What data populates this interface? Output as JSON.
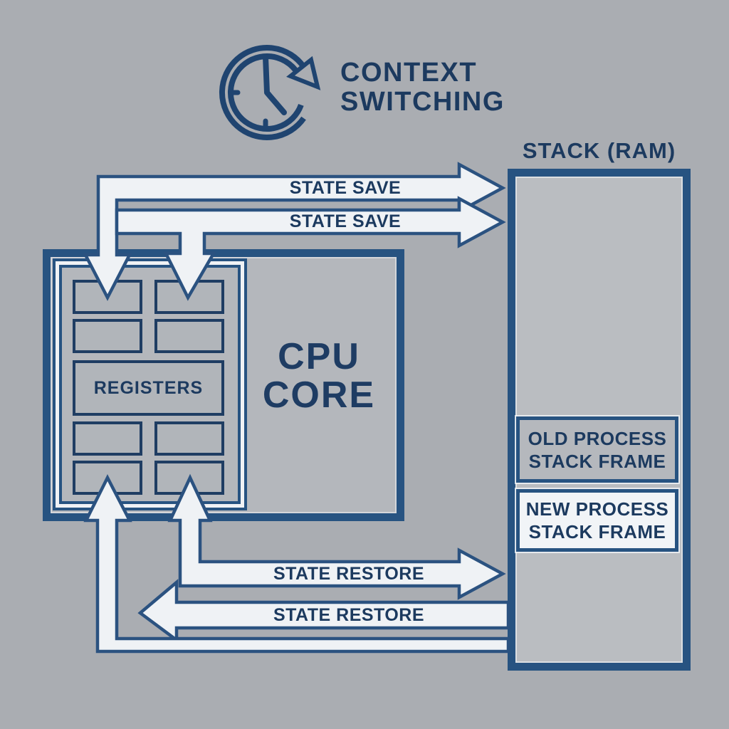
{
  "title": {
    "text": "CONTEXT SWITCHING",
    "icon": "clock-history"
  },
  "cpu": {
    "label": "CPU CORE",
    "registers_label": "REGISTERS",
    "small_register_cells": 8
  },
  "stack": {
    "label": "STACK (RAM)",
    "frames": [
      {
        "label": "OLD PROCESS STACK FRAME",
        "style": "old"
      },
      {
        "label": "NEW PROCESS STACK FRAME",
        "style": "new"
      }
    ]
  },
  "arrows": {
    "state_save": [
      {
        "label": "STATE SAVE",
        "direction": "right-into-stack"
      },
      {
        "label": "STATE SAVE",
        "direction": "right-into-stack"
      }
    ],
    "state_restore": [
      {
        "label": "STATE RESTORE",
        "direction": "right"
      },
      {
        "label": "STATE RESTORE",
        "direction": "left-into-cpu"
      }
    ]
  },
  "colors": {
    "background": "#aaadb2",
    "navy_border": "#275381",
    "navy_text": "#1c3a5f",
    "band_fill": "#eff2f5",
    "cpu_interior": "#b4b7bc",
    "stack_interior": "#babdc1",
    "new_frame_fill": "#f1f4f7",
    "old_frame_fill": "#b5b8bd"
  }
}
